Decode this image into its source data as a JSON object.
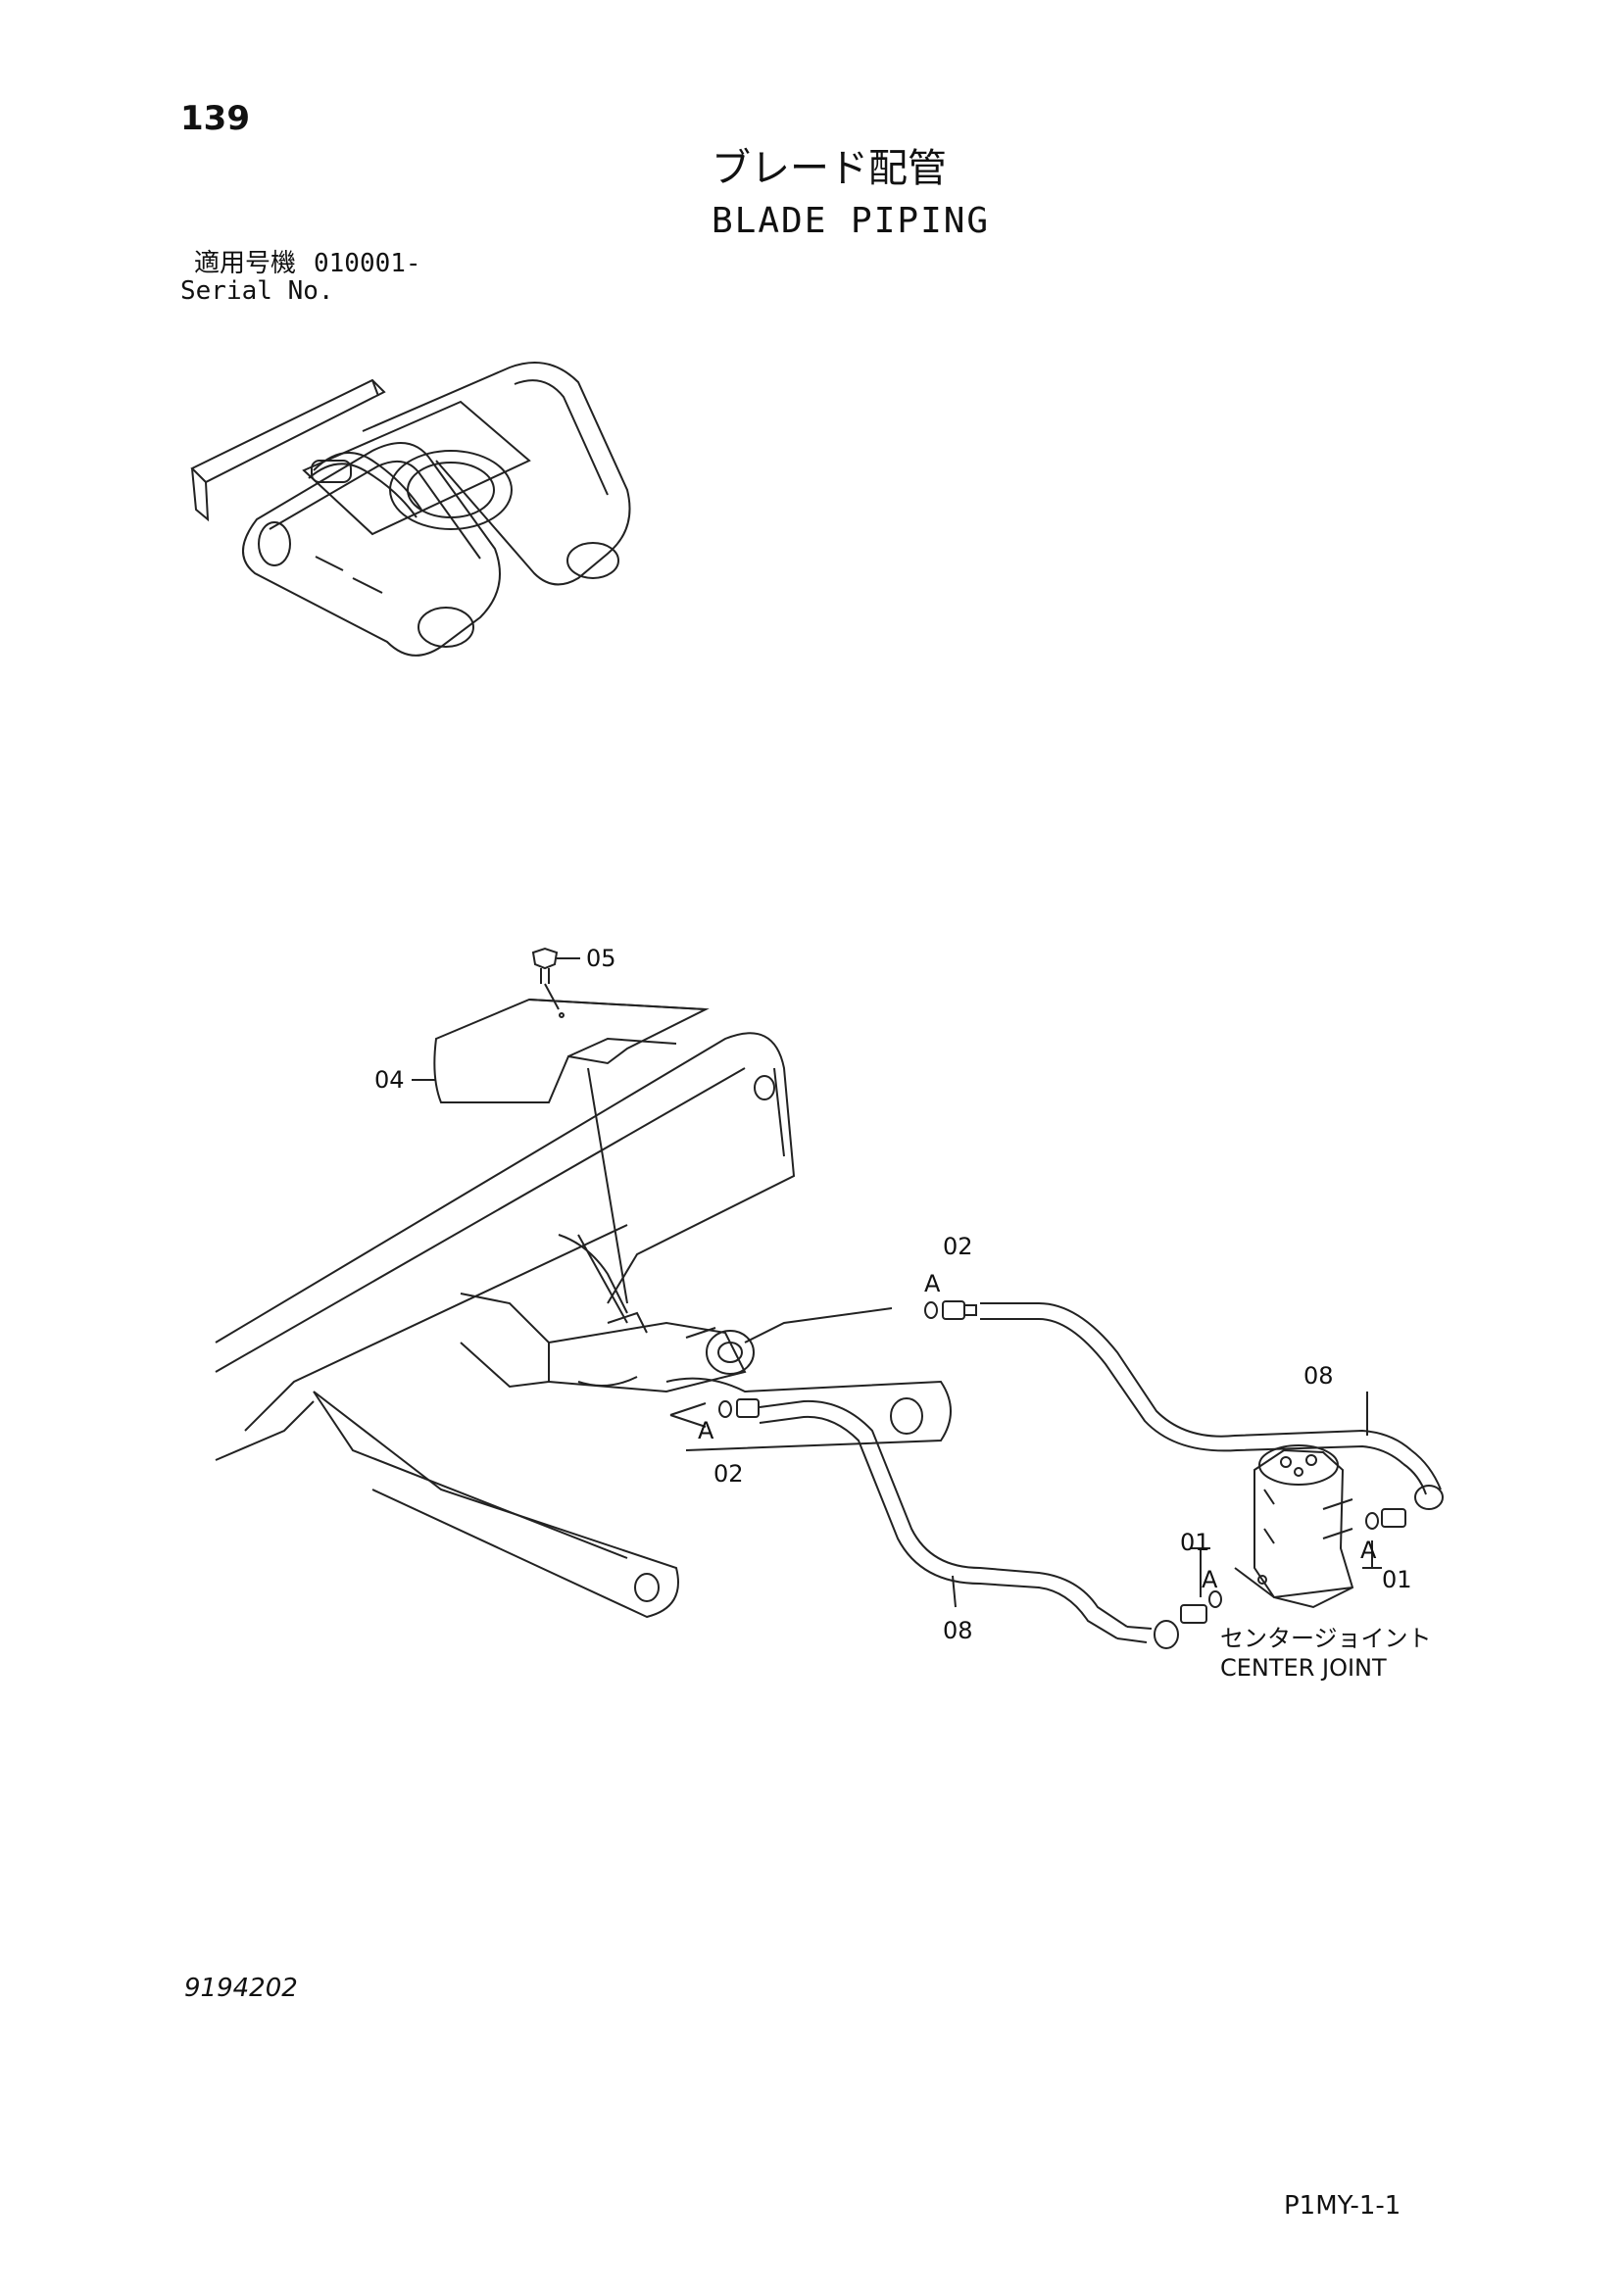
{
  "header": {
    "page_number": "139",
    "title_jp": "ブレード配管",
    "title_en": "BLADE PIPING",
    "serial_label_jp": "適用号機",
    "serial_value": "010001-",
    "serial_label_en": "Serial No."
  },
  "callouts": {
    "c05": "05",
    "c04": "04",
    "c02_top": "02",
    "a_top": "A",
    "a_mid": "A",
    "c02_bottom": "02",
    "c08_right": "08",
    "c01_left": "01",
    "a_left": "A",
    "a_right": "A",
    "c01_right": "01",
    "c08_bottom": "08",
    "center_joint_jp": "センタージョイント",
    "center_joint_en": "CENTER JOINT"
  },
  "footer": {
    "doc_number": "9194202",
    "page_code": "P1MY-1-1"
  }
}
